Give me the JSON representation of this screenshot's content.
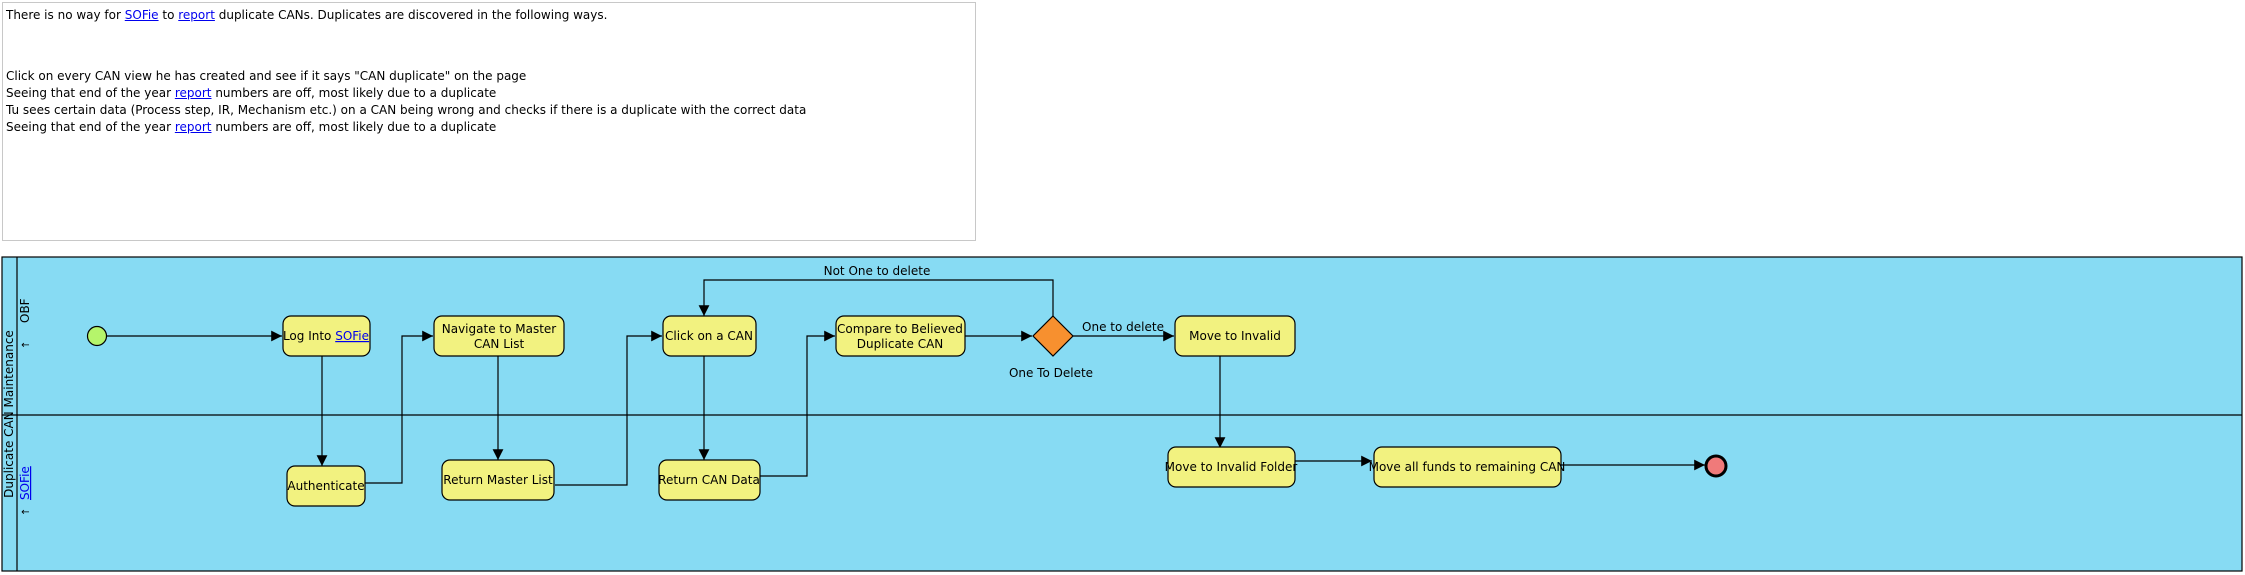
{
  "note": {
    "intro_a": "There is no way for ",
    "intro_link1": "SOFie",
    "intro_b": " to ",
    "intro_link2": "report",
    "intro_c": " duplicate CANs. Duplicates are discovered in the following ways.",
    "line1": "Click on every CAN view he has created and see if it says \"CAN duplicate\" on the page",
    "line2_a": "Seeing that end of the year ",
    "line2_link": "report",
    "line2_b": " numbers are off, most likely due to a duplicate",
    "line3": "Tu sees certain data (Process step, IR, Mechanism etc.) on a CAN being wrong and checks if there is a duplicate with the correct data",
    "line4_a": "Seeing that end of the year ",
    "line4_link": "report",
    "line4_b": " numbers are off, most likely due to a duplicate"
  },
  "pool": {
    "name": "Duplicate CAN Maintenance",
    "lane_obf": "OBF",
    "lane_sofie": "SOFie",
    "fill": "#87dbf3"
  },
  "tasks": {
    "log_into_a": "Log Into ",
    "log_into_link": "SOFie",
    "authenticate": "Authenticate",
    "navigate_1": "Navigate to Master",
    "navigate_2": "CAN List",
    "return_master": "Return Master List",
    "click_can": "Click on a CAN",
    "return_can": "Return CAN Data",
    "compare_1": "Compare to Believed",
    "compare_2": "Duplicate CAN",
    "move_invalid": "Move to Invalid",
    "move_invalid_folder": "Move to Invalid Folder",
    "move_funds": "Move all funds to remaining CAN"
  },
  "gateway": {
    "label": "One To Delete",
    "fill": "#f7902f"
  },
  "flows": {
    "not_one": "Not One to delete",
    "one": "One to delete"
  },
  "events": {
    "start_fill": "#b5f56b",
    "end_fill": "#f07a7a"
  }
}
